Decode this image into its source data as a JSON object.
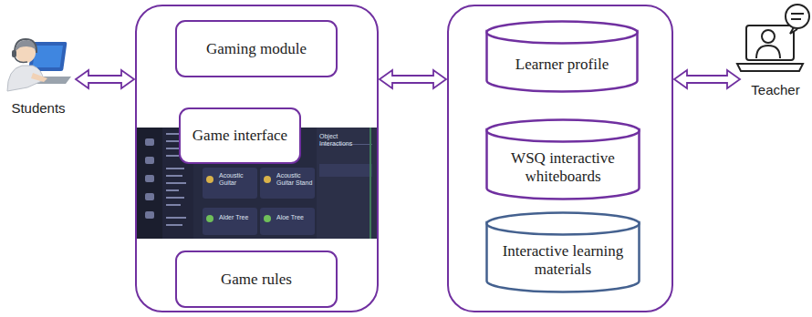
{
  "diagram": {
    "nodes": [
      {
        "text": [
          "Students"
        ]
      },
      {
        "text": []
      },
      {
        "text": [
          "Gaming module"
        ],
        "in": 1
      },
      {
        "text": [
          "Game interface"
        ],
        "in": 1
      },
      {
        "text": [
          "Game rules"
        ],
        "in": 1
      },
      {
        "text": []
      },
      {
        "text": [
          "Learner profile"
        ],
        "in": 5
      },
      {
        "text": [
          "WSQ interactive whiteboards"
        ],
        "in": 5
      },
      {
        "text": [
          "Interactive learning materials"
        ],
        "in": 5
      },
      {
        "text": [
          "Teacher"
        ]
      }
    ],
    "edges": [
      {
        "from": 0,
        "to": 1,
        "arrow": "both"
      },
      {
        "from": 1,
        "to": 5,
        "arrow": "both"
      },
      {
        "from": 5,
        "to": 9,
        "arrow": "both"
      }
    ],
    "labels": [
      "Acoustic Guitar",
      "Acoustic Guitar Stand",
      "Alder Tree",
      "Aloe Tree",
      "Object Interactions"
    ]
  }
}
